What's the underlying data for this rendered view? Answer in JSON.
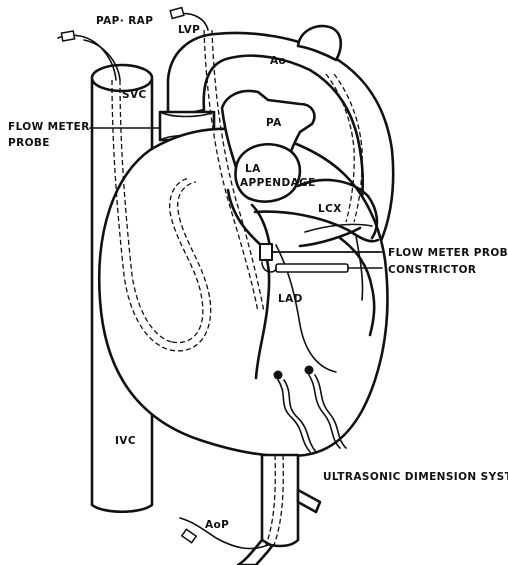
{
  "labels": {
    "pap_rap": "PAP· RAP",
    "lvp": "LVP",
    "ao": "Ao",
    "svc": "SVC",
    "flow_meter_probe_left_1": "FLOW METER",
    "flow_meter_probe_left_2": "PROBE",
    "pa": "PA",
    "la_appendage_1": "LA",
    "la_appendage_2": "APPENDAGE",
    "lcx": "LCX",
    "flow_meter_probe_right": "FLOW METER PROBE",
    "constrictor": "CONSTRICTOR",
    "lad": "LAD",
    "ivc": "IVC",
    "ultrasonic_dimension_system": "ULTRASONIC DIMENSION SYSTEM",
    "aop": "AoP"
  }
}
